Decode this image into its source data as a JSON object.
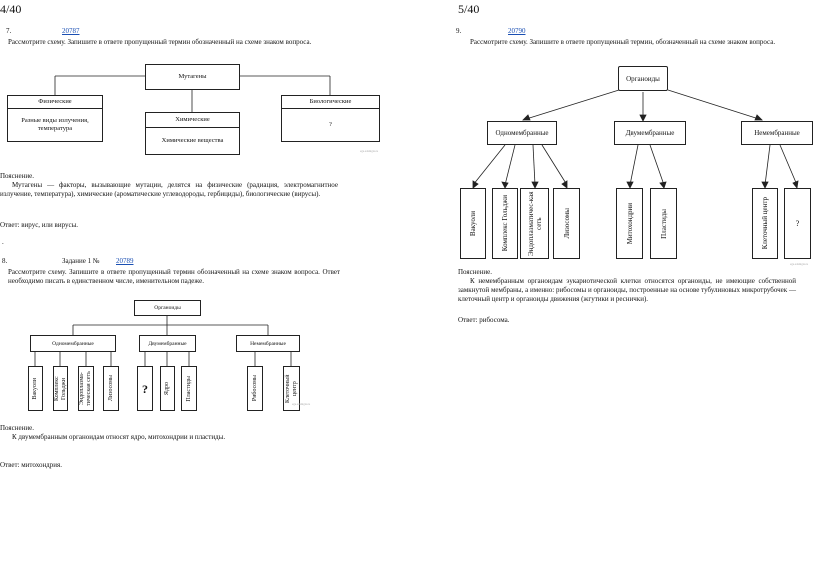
{
  "pages": {
    "left": {
      "number": "4/40"
    },
    "right": {
      "number": "5/40"
    }
  },
  "q7": {
    "num": "7.",
    "link": "20787",
    "prompt": "Рассмотрите схему. Запишите в ответе пропущенный термин обозначенный на схеме знаком вопроса.",
    "diagram": {
      "top": "Мутагены",
      "left_title": "Физические",
      "left_body": "Разные виды излучения, температура",
      "mid_title": "Химические",
      "mid_body": "Химические вещества",
      "right_title": "Биологические",
      "right_body": "?",
      "watermark": "ege.sdamgia.ru"
    },
    "expl_label": "Пояснение.",
    "expl_text": "Мутагены — факторы, вызывающие мутации, делятся на физические (радиация, электромагнитное излучение, температура), химические (ароматические углеводороды, гербициды), биологические (вирусы).",
    "answer": "Ответ: вирус, или вирусы.",
    "dot": "."
  },
  "q8": {
    "num": "8.",
    "task_label": "Задание 1 №",
    "link": "20789",
    "prompt": "Рассмотрите схему. Запишите в ответе пропущенный термин обозначенный на схеме знаком вопроса. Ответ необходимо писать в единственном числе, именительном падеже.",
    "diagram": {
      "root": "Органоиды",
      "c1": "Одномембранные",
      "c2": "Двумембранные",
      "c3": "Немембранные",
      "l1": "Вакуоли",
      "l2": "Комплекс Гольджи",
      "l3": "Эндоплазма-тическая сеть",
      "l4": "Лизосомы",
      "l5": "?",
      "l6": "Ядро",
      "l7": "Пластиды",
      "l8": "Рибосомы",
      "l9": "Клеточный центр",
      "watermark": "ege.sdamgia.ru"
    },
    "expl_label": "Пояснение.",
    "expl_text": "К двумембранным органоидам относят ядро, митохондрии и пластиды.",
    "answer": "Ответ: митохондрия."
  },
  "q9": {
    "num": "9.",
    "link": "20790",
    "prompt": "Рассмотрите схему. Запишите в ответе пропущенный термин, обозначенный на схеме знаком вопроса.",
    "diagram": {
      "root": "Органоиды",
      "c1": "Одномембранные",
      "c2": "Двумембранные",
      "c3": "Немембранные",
      "l1": "Вакуоли",
      "l2": "Комплекс Гольджи",
      "l3": "Эндоплазматичес-кая сеть",
      "l4": "Лизосомы",
      "l5": "Митохондрии",
      "l6": "Пластиды",
      "l7": "Клеточный центр",
      "l8": "?",
      "watermark": "ege.sdamgia.ru"
    },
    "expl_label": "Пояснение.",
    "expl_text": "К немембранным органоидам эукариотической клетки относятся органоиды, не имеющие собственной замкнутой мембраны, а именно: рибосомы и органоиды, построенные на основе тубулиновых микротрубочек — клеточный центр и органоиды движения (жгутики и реснички).",
    "answer": "Ответ: рибосома."
  }
}
